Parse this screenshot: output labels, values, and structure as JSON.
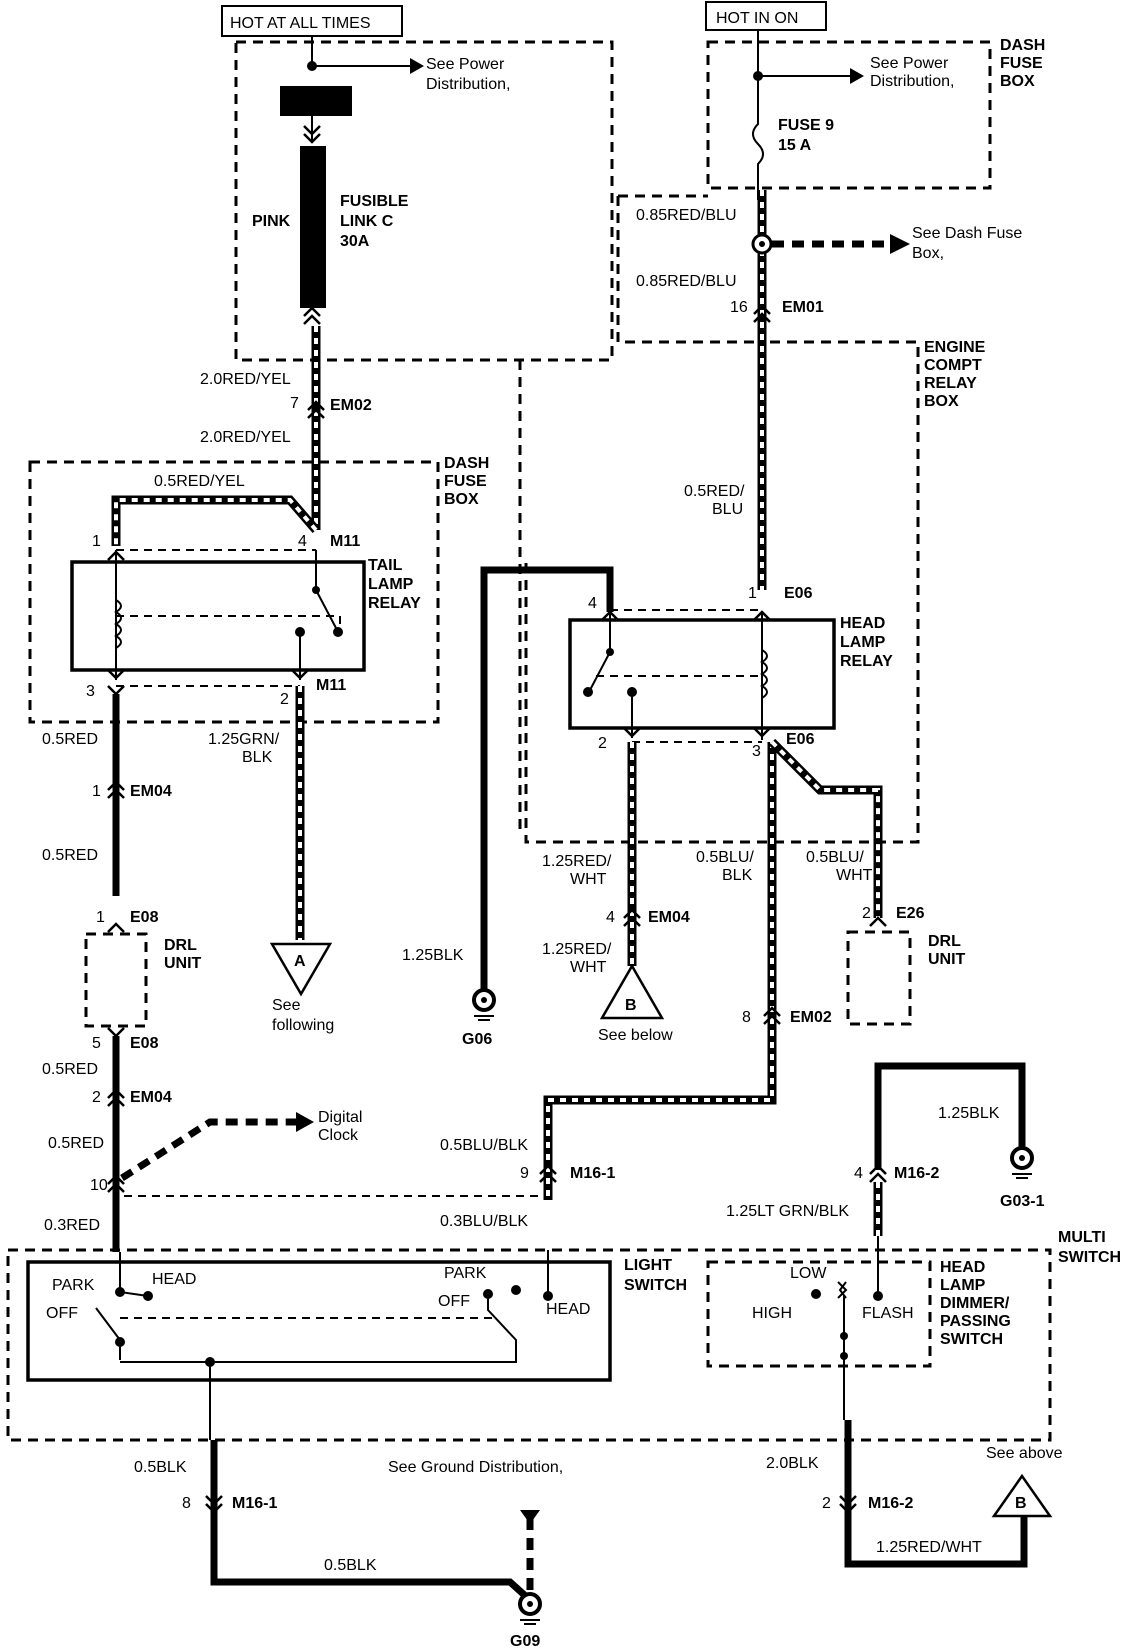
{
  "power": {
    "hot_at_all_times": "HOT AT ALL TIMES",
    "hot_in_on": "HOT IN ON",
    "see_power_dist_1": "See Power",
    "see_power_dist_2": "Distribution,",
    "see_dash_fuse_1": "See Dash Fuse",
    "see_dash_fuse_2": "Box,"
  },
  "fuses": {
    "fusible_link_1": "FUSIBLE",
    "fusible_link_2": "LINK C",
    "fusible_link_3": "30A",
    "pink": "PINK",
    "fuse9_1": "FUSE 9",
    "fuse9_2": "15 A"
  },
  "boxes": {
    "dash_fuse_box_1": "DASH",
    "dash_fuse_box_2": "FUSE",
    "dash_fuse_box_3": "BOX",
    "engine_compt_1": "ENGINE",
    "engine_compt_2": "COMPT",
    "engine_compt_3": "RELAY",
    "engine_compt_4": "BOX",
    "tail_lamp_1": "TAIL",
    "tail_lamp_2": "LAMP",
    "tail_lamp_3": "RELAY",
    "head_lamp_1": "HEAD",
    "head_lamp_2": "LAMP",
    "head_lamp_3": "RELAY",
    "drl_unit_1": "DRL",
    "drl_unit_2": "UNIT",
    "light_switch_1": "LIGHT",
    "light_switch_2": "SWITCH",
    "multi_switch_1": "MULTI",
    "multi_switch_2": "SWITCH",
    "dimmer_1": "HEAD",
    "dimmer_2": "LAMP",
    "dimmer_3": "DIMMER/",
    "dimmer_4": "PASSING",
    "dimmer_5": "SWITCH"
  },
  "wires": {
    "w_20redyel": "2.0RED/YEL",
    "w_05redyel": "0.5RED/YEL",
    "w_085redblu": "0.85RED/BLU",
    "w_05red": "0.5RED",
    "w_05redblu_1": "0.5RED/",
    "w_05redblu_2": "BLU",
    "w_125grnblk_1": "1.25GRN/",
    "w_125grnblk_2": "BLK",
    "w_125blk": "1.25BLK",
    "w_125redwht_1": "1.25RED/",
    "w_125redwht_2": "WHT",
    "w_05blublk_1": "0.5BLU/",
    "w_05blublk_2": "BLK",
    "w_05bluwht_1": "0.5BLU/",
    "w_05bluwht_2": "WHT",
    "w_05blublk": "0.5BLU/BLK",
    "w_03blublk": "0.3BLU/BLK",
    "w_03red": "0.3RED",
    "w_125ltgrnblk": "1.25LT GRN/BLK",
    "w_05blk": "0.5BLK",
    "w_20blk": "2.0BLK",
    "w_125redwht": "1.25RED/WHT"
  },
  "connectors": {
    "em02": "EM02",
    "em01": "EM01",
    "em04": "EM04",
    "m11": "M11",
    "e06": "E06",
    "e08": "E08",
    "e26": "E26",
    "m16_1": "M16-1",
    "m16_2": "M16-2"
  },
  "pins": {
    "p1": "1",
    "p2": "2",
    "p3": "3",
    "p4": "4",
    "p5": "5",
    "p7": "7",
    "p8": "8",
    "p9": "9",
    "p10": "10",
    "p16": "16"
  },
  "grounds": {
    "g06": "G06",
    "g03": "G03-1",
    "g09": "G09"
  },
  "refs": {
    "a": "A",
    "b": "B",
    "see_following_1": "See",
    "see_following_2": "following",
    "see_below": "See below",
    "see_above": "See above",
    "digital_clock_1": "Digital",
    "digital_clock_2": "Clock",
    "see_ground_dist": "See Ground Distribution,"
  },
  "switch_positions": {
    "park": "PARK",
    "head": "HEAD",
    "off": "OFF",
    "low": "LOW",
    "high": "HIGH",
    "flash": "FLASH"
  }
}
